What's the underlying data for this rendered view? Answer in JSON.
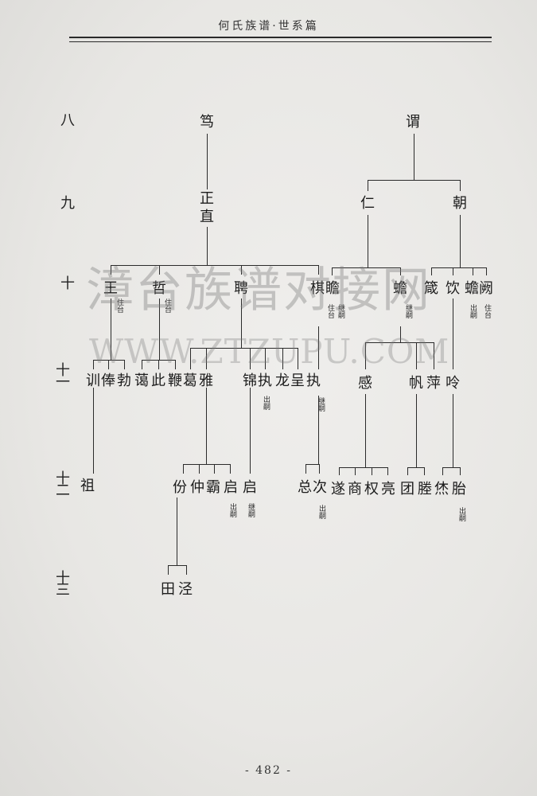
{
  "header": {
    "title": "何氏族谱·世系篇"
  },
  "generations": {
    "g8": "八",
    "g9": "九",
    "g10": "十",
    "g11": "十一",
    "g12": "十二",
    "g13": "十三"
  },
  "names": {
    "du": "笃",
    "wei": "谓",
    "zheng": "正",
    "zhi": "直",
    "ren": "仁",
    "chao": "朝",
    "wang": "王",
    "zhe": "哲",
    "pin": "聘",
    "qi": "棋",
    "zhan": "瞻",
    "chan": "蟾",
    "zhen": "箴",
    "yin": "饮",
    "chan2": "蟾",
    "que": "阙",
    "xun": "训",
    "feng": "俸",
    "bo": "勃",
    "ai": "蔼",
    "ci": "此",
    "bian": "鞭",
    "ge": "葛",
    "ya": "雅",
    "jin": "锦",
    "zhi2": "执",
    "long": "龙",
    "cheng": "呈",
    "zhi3": "执",
    "gan": "感",
    "fan": "帆",
    "ping": "萍",
    "ling": "呤",
    "zu": "祖",
    "fen": "份",
    "zhong": "仲",
    "ba": "霸",
    "qi2": "启",
    "qi3": "启",
    "zong": "总",
    "ci2": "次",
    "sui": "遂",
    "shang": "商",
    "quan": "权",
    "liang": "亮",
    "tuan": "团",
    "teng": "塍",
    "xiu": "烋",
    "tai": "胎",
    "tian": "田",
    "jing": "泾"
  },
  "notes": {
    "wang": "住台",
    "zhe": "住台",
    "zhan": "继嗣",
    "zhan_b": "住台",
    "chan": "继嗣",
    "chan2": "出嗣",
    "que": "住台",
    "zhi2": "出嗣",
    "zhi3": "继嗣",
    "qi2": "出嗣",
    "qi3": "继嗣",
    "ci2": "出嗣",
    "tai": "出嗣"
  },
  "watermark": {
    "line1": "漳台族谱对接网",
    "line2": "WWW.ZTZUPU.COM"
  },
  "footer": {
    "page_number": "- 482 -"
  }
}
